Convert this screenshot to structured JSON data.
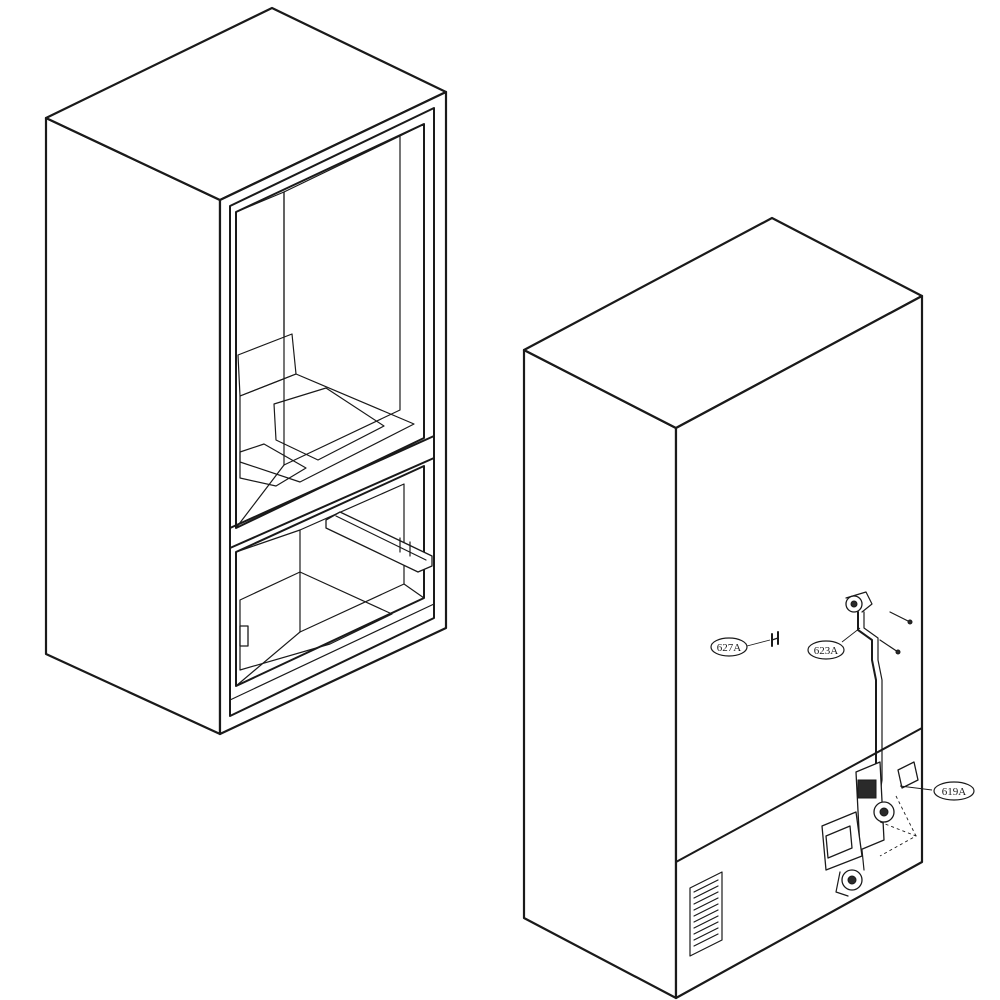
{
  "callouts": [
    {
      "id": "627A",
      "label": "627A"
    },
    {
      "id": "623A",
      "label": "623A"
    },
    {
      "id": "619A",
      "label": "619A"
    }
  ],
  "colors": {
    "line": "#1a1a1a",
    "background": "#ffffff"
  }
}
